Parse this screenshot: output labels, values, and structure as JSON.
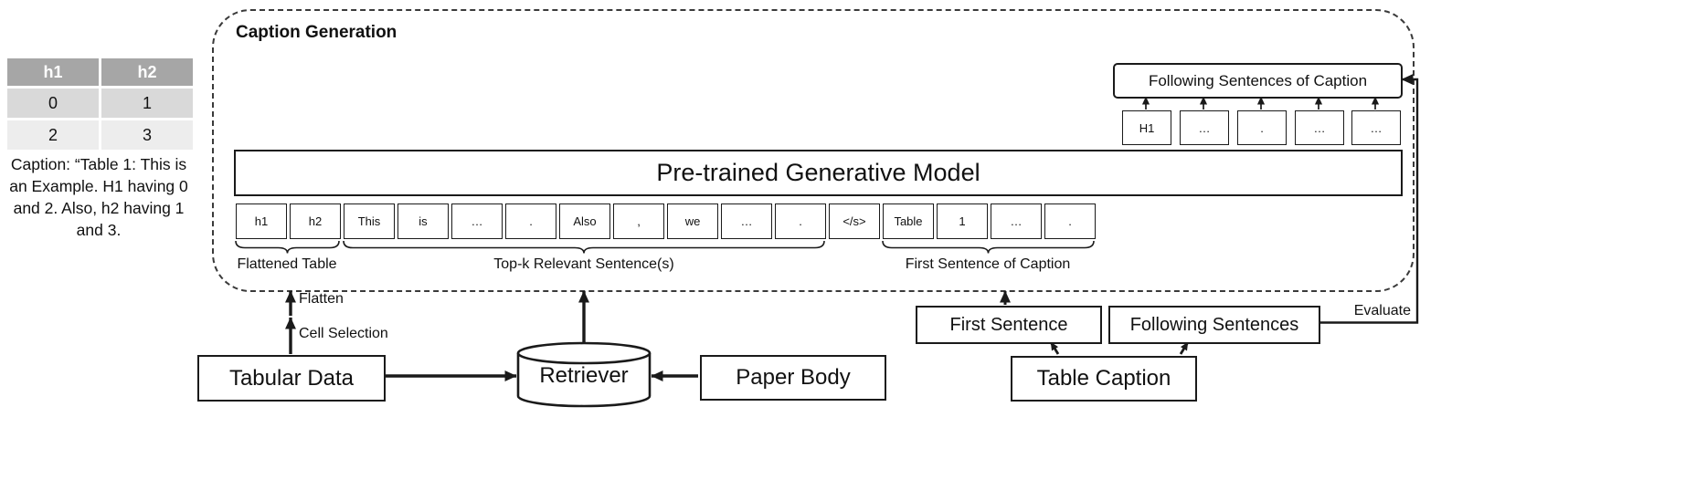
{
  "example": {
    "table": {
      "headers": [
        "h1",
        "h2"
      ],
      "rows": [
        [
          "0",
          "1"
        ],
        [
          "2",
          "3"
        ]
      ]
    },
    "caption": "Caption: “Table 1: This is an Example. H1 having 0 and 2. Also, h2 having 1 and 3."
  },
  "caption_generation": {
    "title": "Caption Generation",
    "model_label": "Pre-trained Generative Model",
    "output_header": "Following Sentences of Caption",
    "output_tokens": [
      "H1",
      "…",
      ".",
      "…",
      "…"
    ],
    "input_tokens": [
      "h1",
      "h2",
      "This",
      "is",
      "…",
      ".",
      "Also",
      ",",
      "we",
      "…",
      ".",
      "</s>",
      "Table",
      "1",
      "…",
      "."
    ],
    "group_labels": [
      "Flattened Table",
      "Top-k Relevant Sentence(s)",
      "First Sentence of Caption"
    ]
  },
  "pipeline": {
    "tabular_data": "Tabular Data",
    "retriever": "Retriever",
    "paper_body": "Paper Body",
    "first_sentence": "First Sentence",
    "following_sentences": "Following Sentences",
    "table_caption": "Table Caption",
    "flatten": "Flatten",
    "cell_selection": "Cell Selection",
    "evaluate": "Evaluate"
  },
  "colors": {
    "table_header_bg": "#a6a6a6",
    "table_row1_bg": "#d9d9d9",
    "table_row2_bg": "#ededed",
    "line": "#1a1a1a"
  }
}
